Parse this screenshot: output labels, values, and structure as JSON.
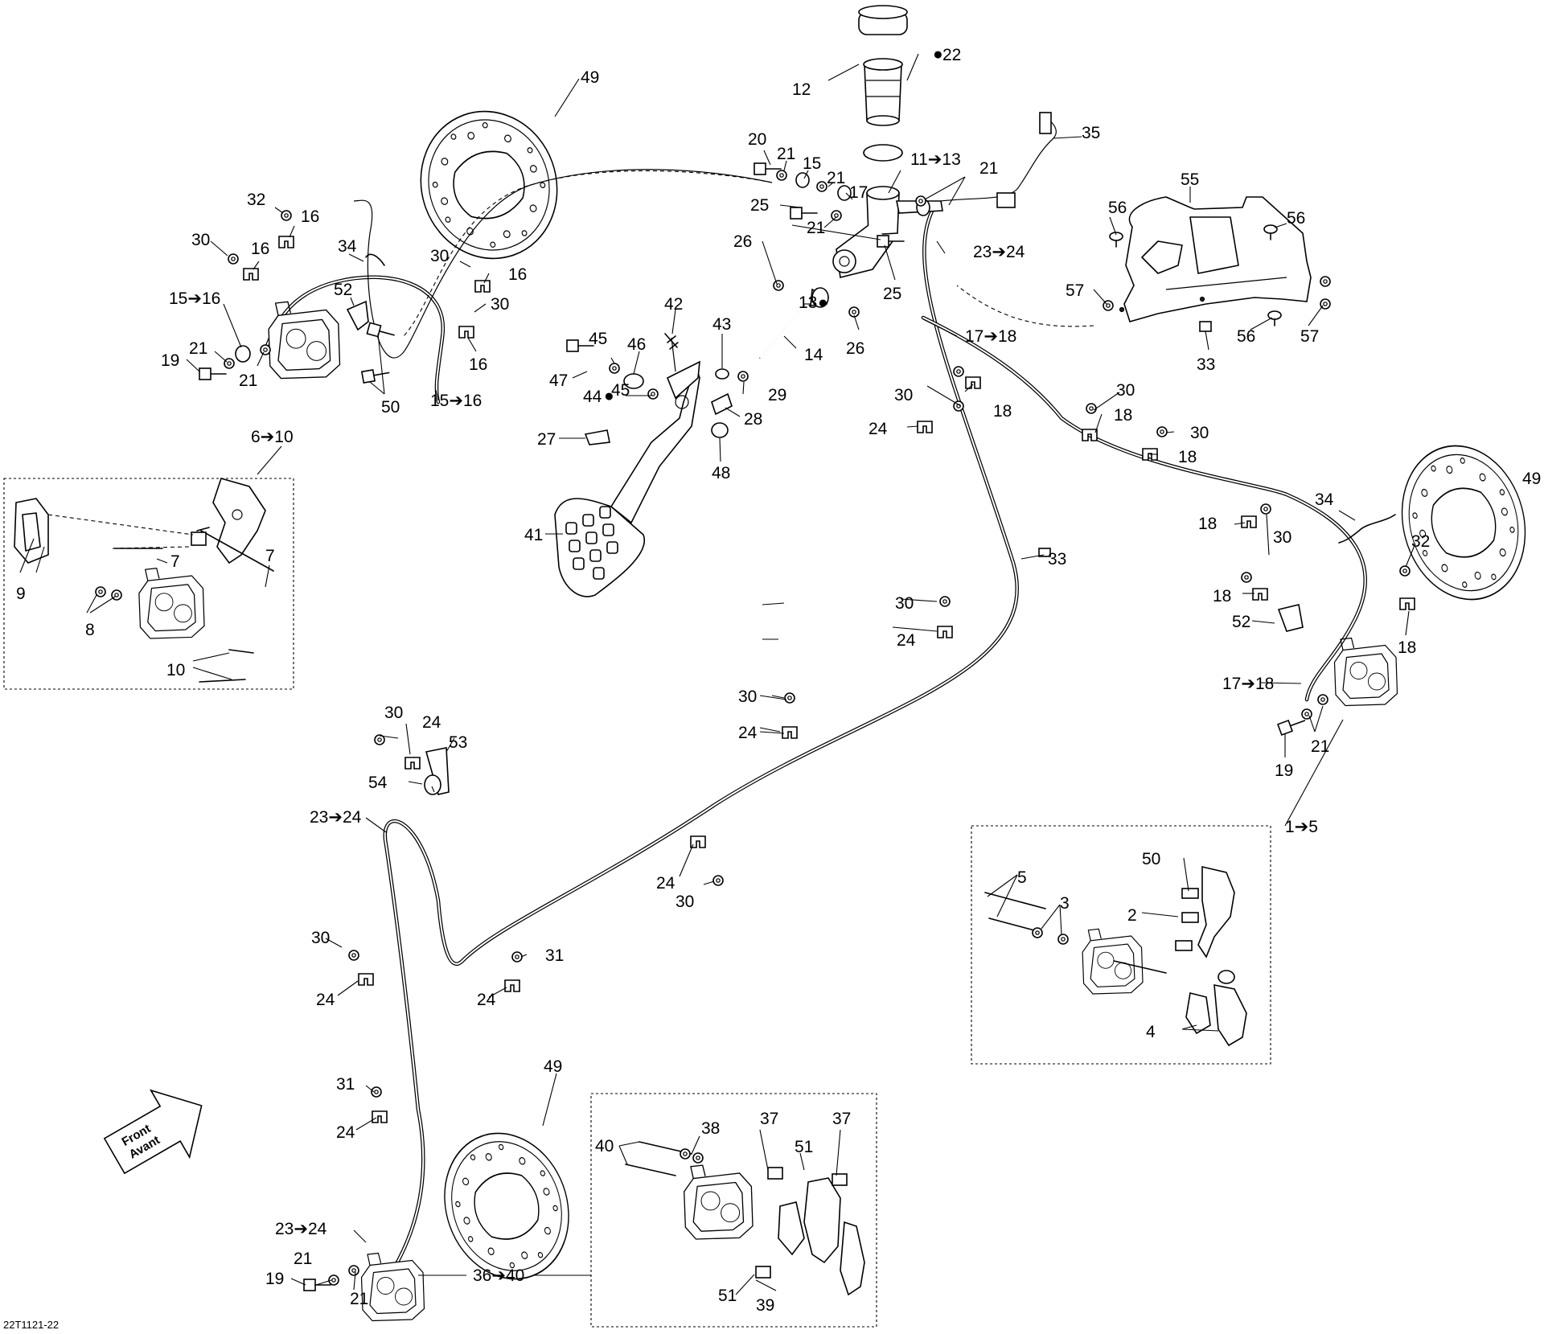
{
  "figure_code": "22T1121-22",
  "direction_badge": {
    "line1": "Front",
    "line2": "Avant"
  },
  "callouts": [
    {
      "id": "c12",
      "text": "12"
    },
    {
      "id": "c22",
      "text": "22"
    },
    {
      "id": "c49a",
      "text": "49"
    },
    {
      "id": "c20",
      "text": "20"
    },
    {
      "id": "c21a",
      "text": "21"
    },
    {
      "id": "c15a",
      "text": "15"
    },
    {
      "id": "c21b",
      "text": "21"
    },
    {
      "id": "c17",
      "text": "17"
    },
    {
      "id": "c21c",
      "text": "21"
    },
    {
      "id": "c25a",
      "text": "25"
    },
    {
      "id": "c1113",
      "text": "11➔13"
    },
    {
      "id": "c21d",
      "text": "21"
    },
    {
      "id": "c35",
      "text": "35"
    },
    {
      "id": "c55",
      "text": "55"
    },
    {
      "id": "c56a",
      "text": "56"
    },
    {
      "id": "c56b",
      "text": "56"
    },
    {
      "id": "c56c",
      "text": "56"
    },
    {
      "id": "c57a",
      "text": "57"
    },
    {
      "id": "c57b",
      "text": "57"
    },
    {
      "id": "c33a",
      "text": "33"
    },
    {
      "id": "c2324a",
      "text": "23➔24"
    },
    {
      "id": "c26a",
      "text": "26"
    },
    {
      "id": "c25b",
      "text": "25"
    },
    {
      "id": "c26b",
      "text": "26"
    },
    {
      "id": "c13",
      "text": "13"
    },
    {
      "id": "c14",
      "text": "14"
    },
    {
      "id": "c1718a",
      "text": "17➔18"
    },
    {
      "id": "c42",
      "text": "42"
    },
    {
      "id": "c43",
      "text": "43"
    },
    {
      "id": "c45a",
      "text": "45"
    },
    {
      "id": "c46",
      "text": "46"
    },
    {
      "id": "c47",
      "text": "47"
    },
    {
      "id": "c44",
      "text": "44"
    },
    {
      "id": "c45b",
      "text": "45"
    },
    {
      "id": "c29",
      "text": "29"
    },
    {
      "id": "c28",
      "text": "28"
    },
    {
      "id": "c27",
      "text": "27"
    },
    {
      "id": "c48",
      "text": "48"
    },
    {
      "id": "c41",
      "text": "41"
    },
    {
      "id": "c32a",
      "text": "32"
    },
    {
      "id": "c16a",
      "text": "16"
    },
    {
      "id": "c30a",
      "text": "30"
    },
    {
      "id": "c16b",
      "text": "16"
    },
    {
      "id": "c34a",
      "text": "34"
    },
    {
      "id": "c30b",
      "text": "30"
    },
    {
      "id": "c16c",
      "text": "16"
    },
    {
      "id": "c30c",
      "text": "30"
    },
    {
      "id": "c16d",
      "text": "16"
    },
    {
      "id": "c52a",
      "text": "52"
    },
    {
      "id": "c1516a",
      "text": "15➔16"
    },
    {
      "id": "c19a",
      "text": "19"
    },
    {
      "id": "c21e",
      "text": "21"
    },
    {
      "id": "c21f",
      "text": "21"
    },
    {
      "id": "c50a",
      "text": "50"
    },
    {
      "id": "c1516b",
      "text": "15➔16"
    },
    {
      "id": "c610",
      "text": "6➔10"
    },
    {
      "id": "c9",
      "text": "9"
    },
    {
      "id": "c7a",
      "text": "7"
    },
    {
      "id": "c7b",
      "text": "7"
    },
    {
      "id": "c8",
      "text": "8"
    },
    {
      "id": "c10",
      "text": "10"
    },
    {
      "id": "c30d",
      "text": "30"
    },
    {
      "id": "c18a",
      "text": "18"
    },
    {
      "id": "c24a",
      "text": "24"
    },
    {
      "id": "c30e",
      "text": "30"
    },
    {
      "id": "c18b",
      "text": "18"
    },
    {
      "id": "c30f",
      "text": "30"
    },
    {
      "id": "c18c",
      "text": "18"
    },
    {
      "id": "c33b",
      "text": "33"
    },
    {
      "id": "c34b",
      "text": "34"
    },
    {
      "id": "c49b",
      "text": "49"
    },
    {
      "id": "c18d",
      "text": "18"
    },
    {
      "id": "c30g",
      "text": "30"
    },
    {
      "id": "c32b",
      "text": "32"
    },
    {
      "id": "c18e",
      "text": "18"
    },
    {
      "id": "c52b",
      "text": "52"
    },
    {
      "id": "c18f",
      "text": "18"
    },
    {
      "id": "c1718b",
      "text": "17➔18"
    },
    {
      "id": "c19b",
      "text": "19"
    },
    {
      "id": "c21g",
      "text": "21"
    },
    {
      "id": "c15",
      "text": "1➔5"
    },
    {
      "id": "c30h",
      "text": "30"
    },
    {
      "id": "c24b",
      "text": "24"
    },
    {
      "id": "c30i",
      "text": "30"
    },
    {
      "id": "c24c",
      "text": "24"
    },
    {
      "id": "c30j",
      "text": "30"
    },
    {
      "id": "c24d",
      "text": "24"
    },
    {
      "id": "c53",
      "text": "53"
    },
    {
      "id": "c54",
      "text": "54"
    },
    {
      "id": "c2324b",
      "text": "23➔24"
    },
    {
      "id": "c24e",
      "text": "24"
    },
    {
      "id": "c30k",
      "text": "30"
    },
    {
      "id": "c31a",
      "text": "31"
    },
    {
      "id": "c24f",
      "text": "24"
    },
    {
      "id": "c30l",
      "text": "30"
    },
    {
      "id": "c24g",
      "text": "24"
    },
    {
      "id": "c50b",
      "text": "50"
    },
    {
      "id": "c5",
      "text": "5"
    },
    {
      "id": "c3",
      "text": "3"
    },
    {
      "id": "c2",
      "text": "2"
    },
    {
      "id": "c4",
      "text": "4"
    },
    {
      "id": "c31b",
      "text": "31"
    },
    {
      "id": "c24h",
      "text": "24"
    },
    {
      "id": "c49c",
      "text": "49"
    },
    {
      "id": "c40",
      "text": "40"
    },
    {
      "id": "c38",
      "text": "38"
    },
    {
      "id": "c37a",
      "text": "37"
    },
    {
      "id": "c51a",
      "text": "51"
    },
    {
      "id": "c37b",
      "text": "37"
    },
    {
      "id": "c2324c",
      "text": "23➔24"
    },
    {
      "id": "c19c",
      "text": "19"
    },
    {
      "id": "c21h",
      "text": "21"
    },
    {
      "id": "c21i",
      "text": "21"
    },
    {
      "id": "c3640",
      "text": "36➔40"
    },
    {
      "id": "c51b",
      "text": "51"
    },
    {
      "id": "c39",
      "text": "39"
    }
  ]
}
